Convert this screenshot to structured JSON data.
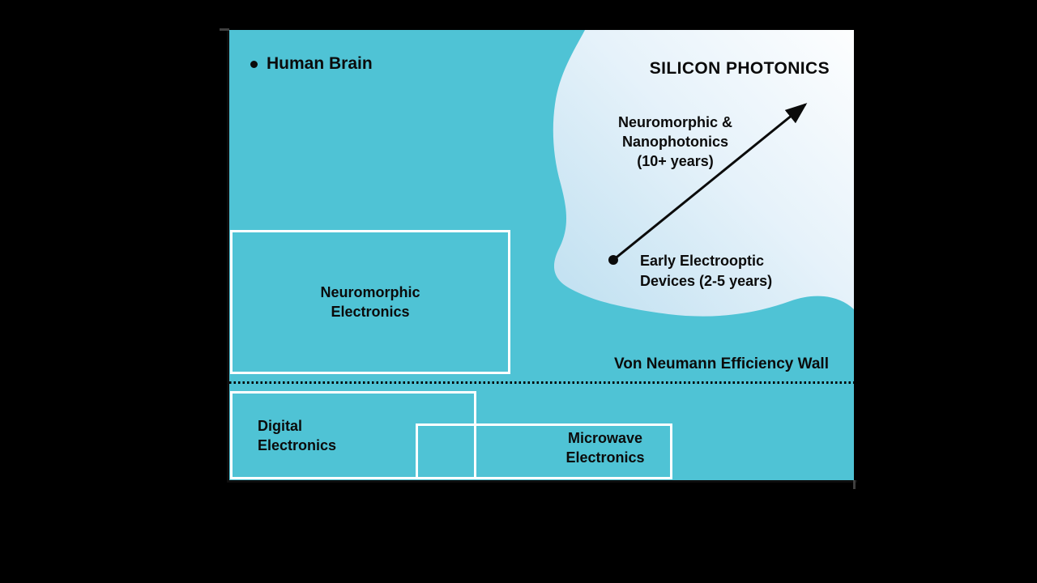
{
  "figure": {
    "human_brain_label": "Human Brain",
    "region_title": "SILICON PHOTONICS",
    "future_label_lines": [
      "Neuromorphic &",
      "Nanophotonics",
      "(10+ years)"
    ],
    "early_label_lines": [
      "Early Electrooptic",
      "Devices (2-5 years)"
    ],
    "wall_label": "Von Neumann Efficiency Wall",
    "boxes": {
      "neuromorphic": {
        "lines": [
          "Neuromorphic",
          "Electronics"
        ]
      },
      "digital": {
        "lines": [
          "Digital",
          "Electronics"
        ]
      },
      "microwave": {
        "lines": [
          "Microwave",
          "Electronics"
        ]
      }
    },
    "colors": {
      "background": "#000000",
      "plot_fill": "#4fc3d5",
      "blob_edge": "#c2e1f1",
      "blob_mid": "#e6f2fa",
      "blob_center": "#ffffff",
      "ink": "#0b0b0b",
      "box_border": "#ffffff"
    }
  }
}
